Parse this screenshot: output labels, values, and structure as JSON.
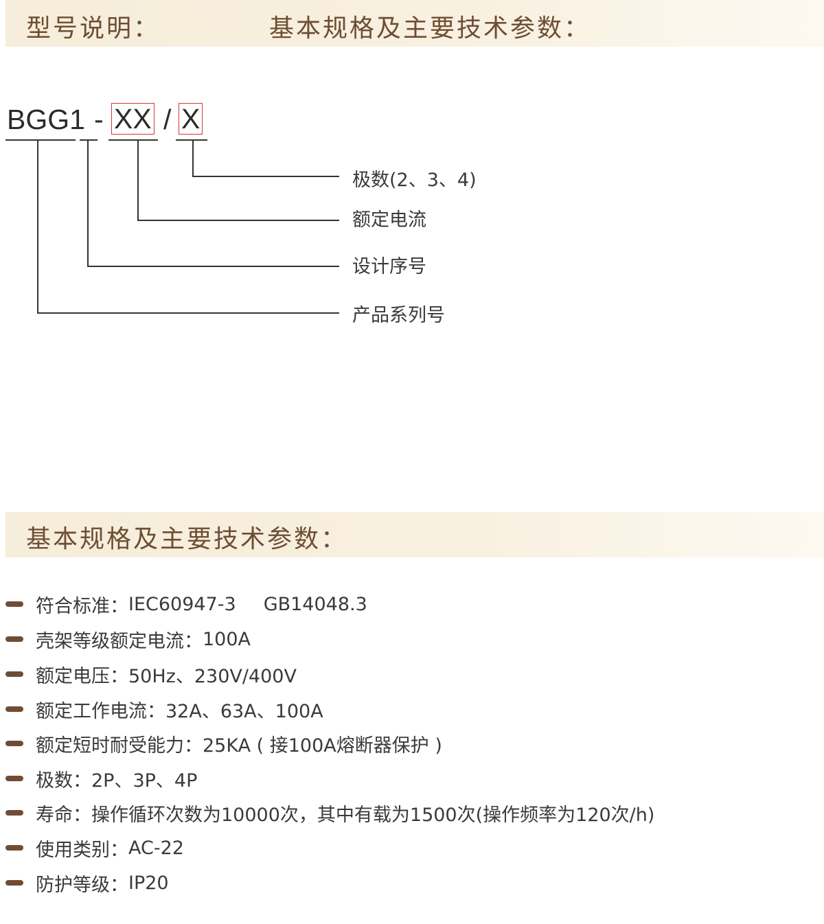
{
  "header": {
    "title_left": "型号说明：",
    "title_right": "基本规格及主要技术参数："
  },
  "model": {
    "prefix": "BGG1",
    "dash": "-",
    "current_code": "XX",
    "slash": "/",
    "pole_code": "X"
  },
  "legend": [
    {
      "text": "极数(2、3、4)"
    },
    {
      "text": "额定电流"
    },
    {
      "text": "设计序号"
    },
    {
      "text": "产品系列号"
    }
  ],
  "specs": {
    "title": "基本规格及主要技术参数：",
    "items": [
      {
        "label": "符合标准：",
        "value": "IEC60947-3",
        "value2": "GB14048.3"
      },
      {
        "label": "壳架等级额定电流：",
        "value": "100A"
      },
      {
        "label": "额定电压：",
        "value": "50Hz、230V/400V"
      },
      {
        "label": "额定工作电流：",
        "value": "32A、63A、100A"
      },
      {
        "label": "额定短时耐受能力：",
        "value": "25KA ( 接100A熔断器保护 )"
      },
      {
        "label": "极数：",
        "value": "2P、3P、4P"
      },
      {
        "label": "寿命：",
        "value": "操作循环次数为10000次，其中有载为1500次(操作频率为120次/h)"
      },
      {
        "label": "使用类别：",
        "value": "AC-22"
      },
      {
        "label": "防护等级：",
        "value": "IP20"
      }
    ]
  },
  "colors": {
    "accent_brown": "#6e4d34",
    "band_bg": "#f6edda",
    "box_red": "#d6333a"
  }
}
